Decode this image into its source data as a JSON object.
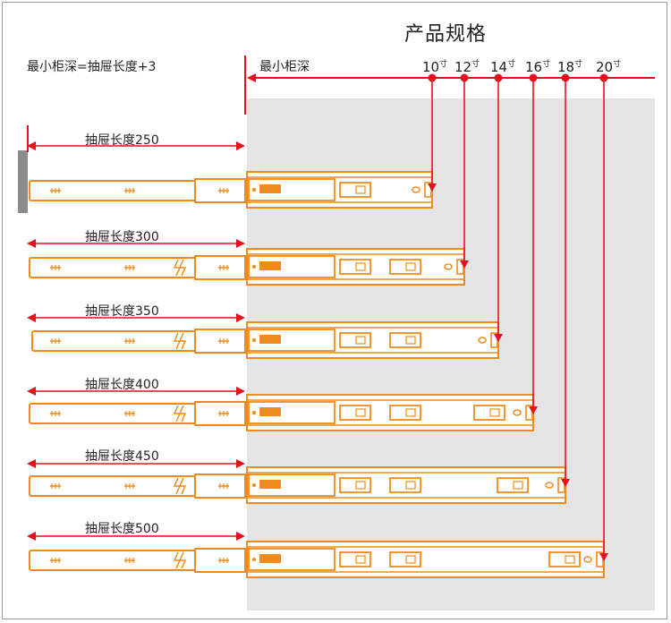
{
  "title": "产品规格",
  "labels": {
    "min_depth_formula": "最小柜深=抽屉长度+3",
    "min_depth": "最小柜深"
  },
  "sizes": [
    {
      "num": "10",
      "unit": "寸"
    },
    {
      "num": "12",
      "unit": "寸"
    },
    {
      "num": "14",
      "unit": "寸"
    },
    {
      "num": "16",
      "unit": "寸"
    },
    {
      "num": "18",
      "unit": "寸"
    },
    {
      "num": "20",
      "unit": "寸"
    }
  ],
  "drawer_lengths": [
    "抽屉长度250",
    "抽屉长度300",
    "抽屉长度350",
    "抽屉长度400",
    "抽屉长度450",
    "抽屉长度500"
  ],
  "colors": {
    "rail_orange": "#f08a1c",
    "arrow_red": "#e8101c",
    "cabinet_gray": "#e4e4e4",
    "wall_gray": "#8c8c8c"
  }
}
